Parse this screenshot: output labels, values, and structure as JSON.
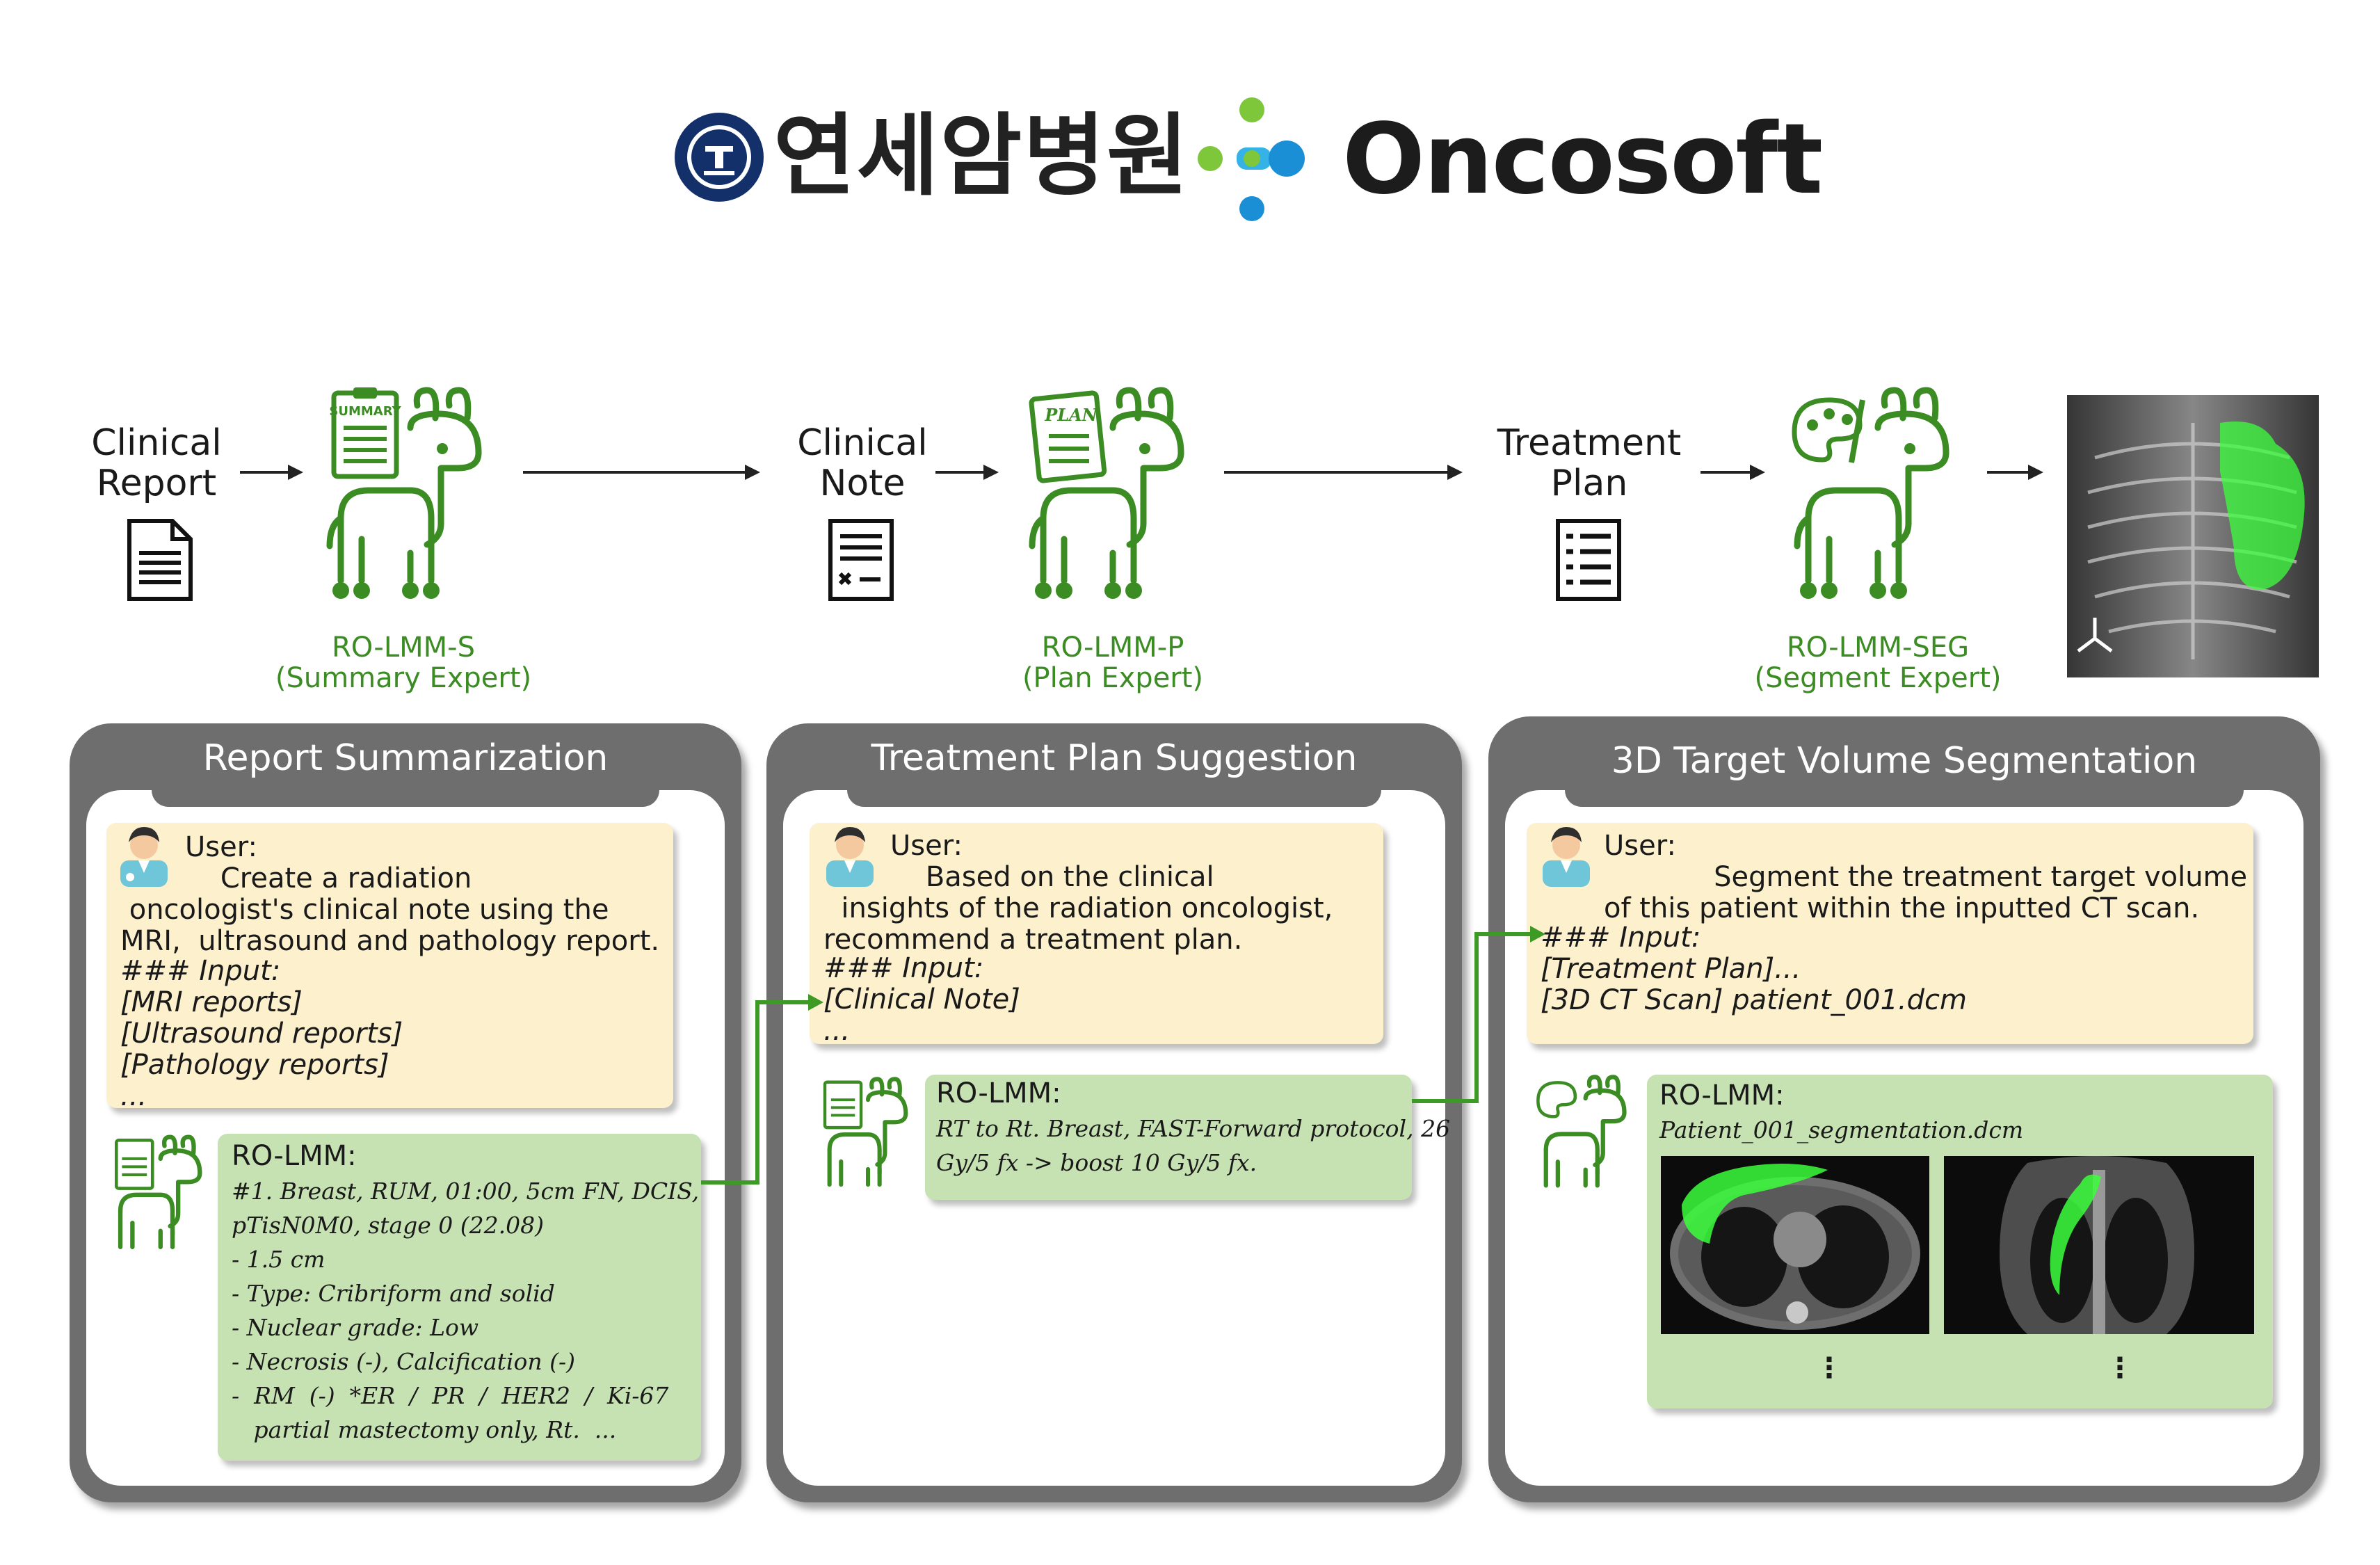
{
  "header": {
    "yonsei_logo_text": "연세암병원",
    "oncosoft_logo_text": "Oncosoft",
    "oncosoft_colors": {
      "green": "#7ec63a",
      "blue": "#1a8fd6",
      "lightblue": "#35b3e6"
    }
  },
  "flow": {
    "step1_label": "Clinical\nReport",
    "step2_label": "Clinical\nNote",
    "step3_label": "Treatment\nPlan",
    "expert1": {
      "name": "RO-LMM-S",
      "role": "(Summary Expert)",
      "badge": "SUMMARY"
    },
    "expert2": {
      "name": "RO-LMM-P",
      "role": "(Plan Expert)",
      "badge": "PLAN"
    },
    "expert3": {
      "name": "RO-LMM-SEG",
      "role": "(Segment Expert)"
    }
  },
  "panels": {
    "summarization": {
      "title": "Report Summarization",
      "user_label": "User:",
      "user_lines": "  Create a radiation\n oncologist's clinical note using the\nMRI,  ultrasound and pathology report.",
      "input_lines": "### Input:\n[MRI reports]\n[Ultrasound reports]\n[Pathology reports]\n...",
      "llm_label": "RO-LMM:",
      "llm_lines": "#1. Breast, RUM, 01:00, 5cm FN, DCIS,\npTisN0M0, stage 0 (22.08)\n- 1.5 cm\n- Type: Cribriform and solid\n- Nuclear grade: Low\n- Necrosis (-), Calcification (-)\n-  RM  (-)  *ER  /  PR  /  HER2  /  Ki-67\n   partial mastectomy only, Rt.  ..."
    },
    "plan": {
      "title": "Treatment Plan Suggestion",
      "user_label": "User:",
      "user_lines": "  Based on the clinical\n  insights of the radiation oncologist,\nrecommend a treatment plan.",
      "input_lines": "### Input:\n[Clinical Note]\n...",
      "llm_label": "RO-LMM:",
      "llm_lines": "RT to Rt. Breast, FAST-Forward protocol, 26\nGy/5 fx -> boost 10 Gy/5 fx."
    },
    "segmentation": {
      "title": "3D Target Volume Segmentation",
      "user_label": "User:",
      "user_lines": " Segment the treatment target volume\nof this patient within the inputted CT scan.",
      "input_lines": "### Input:\n[Treatment Plan]...\n[3D CT Scan] patient_001.dcm",
      "llm_label": "RO-LMM:",
      "llm_lines": "Patient_001_segmentation.dcm",
      "ellipsis_left": "⋮",
      "ellipsis_right": "⋮"
    }
  },
  "colors": {
    "llama_green": "#3c8c24",
    "connector_green": "#3d9a24",
    "panel_gray": "#6e6e6e",
    "user_bubble": "#fdf0cc",
    "llm_bubble": "#c6e2b3",
    "segmentation_green": "#3cff3c"
  }
}
